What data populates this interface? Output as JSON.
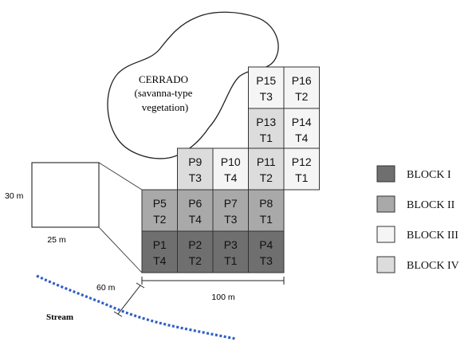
{
  "cerrado": {
    "line1": "CERRADO",
    "line2": "(savanna-type",
    "line3": "vegetation)"
  },
  "plots": [
    {
      "id": "P15",
      "treatment": "T3",
      "block": "III"
    },
    {
      "id": "P16",
      "treatment": "T2",
      "block": "III"
    },
    {
      "id": "P13",
      "treatment": "T1",
      "block": "IV"
    },
    {
      "id": "P14",
      "treatment": "T4",
      "block": "III"
    },
    {
      "id": "P9",
      "treatment": "T3",
      "block": "IV"
    },
    {
      "id": "P10",
      "treatment": "T4",
      "block": "III"
    },
    {
      "id": "P11",
      "treatment": "T2",
      "block": "IV"
    },
    {
      "id": "P12",
      "treatment": "T1",
      "block": "III"
    },
    {
      "id": "P5",
      "treatment": "T2",
      "block": "II"
    },
    {
      "id": "P6",
      "treatment": "T4",
      "block": "II"
    },
    {
      "id": "P7",
      "treatment": "T3",
      "block": "II"
    },
    {
      "id": "P8",
      "treatment": "T1",
      "block": "II"
    },
    {
      "id": "P1",
      "treatment": "T4",
      "block": "I"
    },
    {
      "id": "P2",
      "treatment": "T2",
      "block": "I"
    },
    {
      "id": "P3",
      "treatment": "T1",
      "block": "I"
    },
    {
      "id": "P4",
      "treatment": "T3",
      "block": "I"
    }
  ],
  "colors": {
    "I": "#6f6f6f",
    "II": "#a9a9a9",
    "III": "#f5f5f5",
    "IV": "#dcdcdc",
    "stream": "#2f5fc4"
  },
  "legend": [
    {
      "block": "I",
      "label": "BLOCK I"
    },
    {
      "block": "II",
      "label": "BLOCK II"
    },
    {
      "block": "III",
      "label": "BLOCK III"
    },
    {
      "block": "IV",
      "label": "BLOCK IV"
    }
  ],
  "dimensions": {
    "plot_height": "30 m",
    "plot_width": "25 m",
    "total_width": "100 m",
    "stream_distance": "60 m"
  },
  "stream_label": "Stream"
}
